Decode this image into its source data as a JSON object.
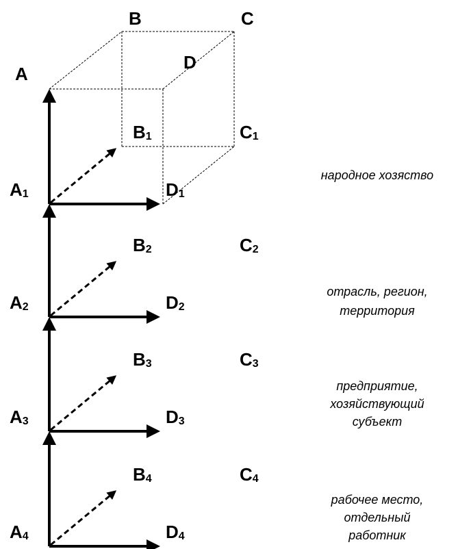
{
  "colors": {
    "ink": "#000000",
    "background": "#ffffff"
  },
  "cube": {
    "A": "A",
    "B": "B",
    "C": "C",
    "D": "D",
    "B1": {
      "base": "B",
      "sub": "1"
    },
    "C1": {
      "base": "C",
      "sub": "1"
    }
  },
  "levels": [
    {
      "A": {
        "base": "A",
        "sub": "1"
      },
      "D": {
        "base": "D",
        "sub": "1"
      },
      "B": null,
      "C": null,
      "note": [
        "народное хозяство"
      ]
    },
    {
      "A": {
        "base": "A",
        "sub": "2"
      },
      "D": {
        "base": "D",
        "sub": "2"
      },
      "B": {
        "base": "B",
        "sub": "2"
      },
      "C": {
        "base": "C",
        "sub": "2"
      },
      "note": [
        "отрасль, регион,",
        "территория"
      ]
    },
    {
      "A": {
        "base": "A",
        "sub": "3"
      },
      "D": {
        "base": "D",
        "sub": "3"
      },
      "B": {
        "base": "B",
        "sub": "3"
      },
      "C": {
        "base": "C",
        "sub": "3"
      },
      "note": [
        "предприятие,",
        "хозяйствующий",
        "субъект"
      ]
    },
    {
      "A": {
        "base": "A",
        "sub": "4"
      },
      "D": {
        "base": "D",
        "sub": "4"
      },
      "B": {
        "base": "B",
        "sub": "4"
      },
      "C": {
        "base": "C",
        "sub": "4"
      },
      "note": [
        "рабочее место,",
        "отдельный",
        "работник"
      ]
    }
  ]
}
